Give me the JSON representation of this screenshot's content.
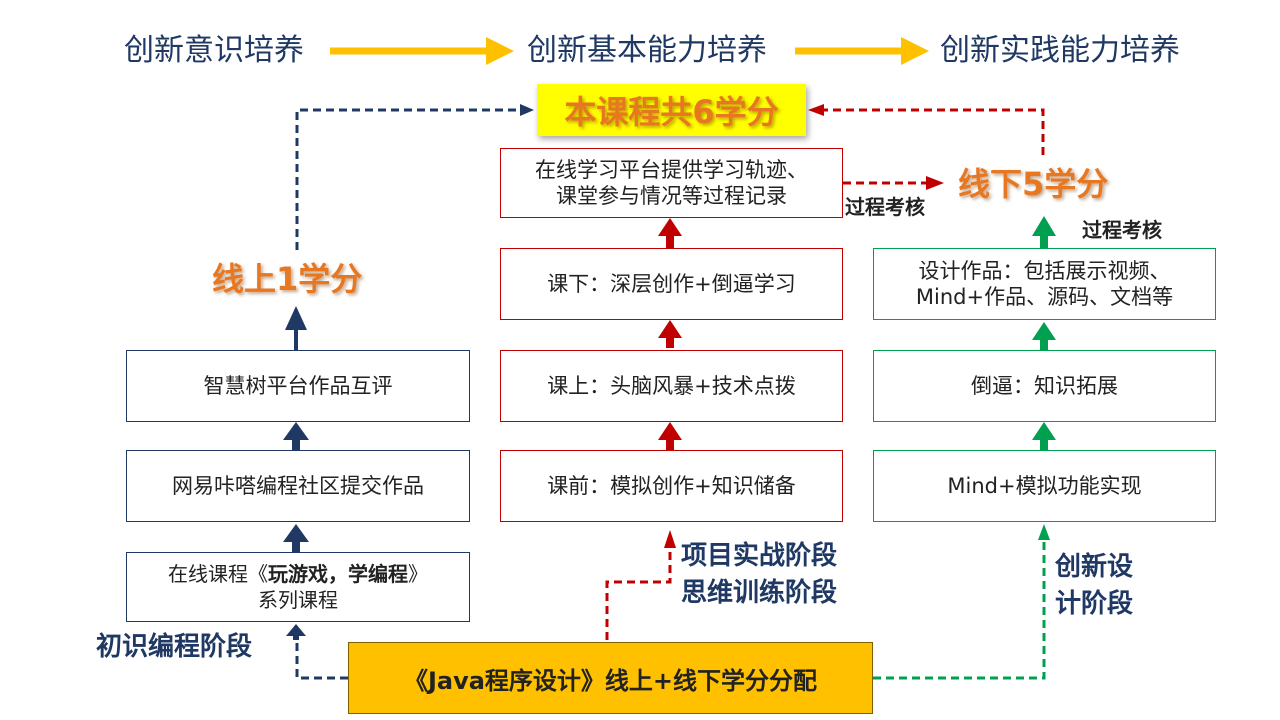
{
  "flow": {
    "stage1": "创新意识培养",
    "stage2": "创新基本能力培养",
    "stage3": "创新实践能力培养"
  },
  "total_credit": "本课程共6学分",
  "online_credit": "线上1学分",
  "offline_credit": "线下5学分",
  "left_column": {
    "box_top": "智慧树平台作品互评",
    "box_mid": "网易咔嗒编程社区提交作品",
    "box_bottom_prefix": "在线课程《",
    "box_bottom_bold": "玩游戏，学编程",
    "box_bottom_suffix": "》",
    "box_bottom_line2": "系列课程"
  },
  "mid_column": {
    "box_top_line1": "在线学习平台提供学习轨迹、",
    "box_top_line2": "课堂参与情况等过程记录",
    "box_2": "课下：深层创作+倒逼学习",
    "box_3": "课上：头脑风暴+技术点拨",
    "box_4": "课前：模拟创作+知识储备"
  },
  "right_column": {
    "box_top_line1": "设计作品：包括展示视频、",
    "box_top_line2": "Mind+作品、源码、文档等",
    "box_mid": "倒逼：知识拓展",
    "box_bottom": "Mind+模拟功能实现"
  },
  "labels": {
    "process_eval_mid": "过程考核",
    "process_eval_right": "过程考核",
    "stage_initial": "初识编程阶段",
    "stage_project_line1": "项目实战阶段",
    "stage_project_line2": "思维训练阶段",
    "stage_innovation_line1": "创新设",
    "stage_innovation_line2": "计阶段"
  },
  "bottom_box": "《Java程序设计》线上+线下学分分配",
  "colors": {
    "navy": "#1f3864",
    "red": "#c00000",
    "green": "#00a050",
    "orange_text": "#e87722",
    "arrow_yellow": "#ffc000",
    "highlight_yellow": "#ffff00"
  }
}
